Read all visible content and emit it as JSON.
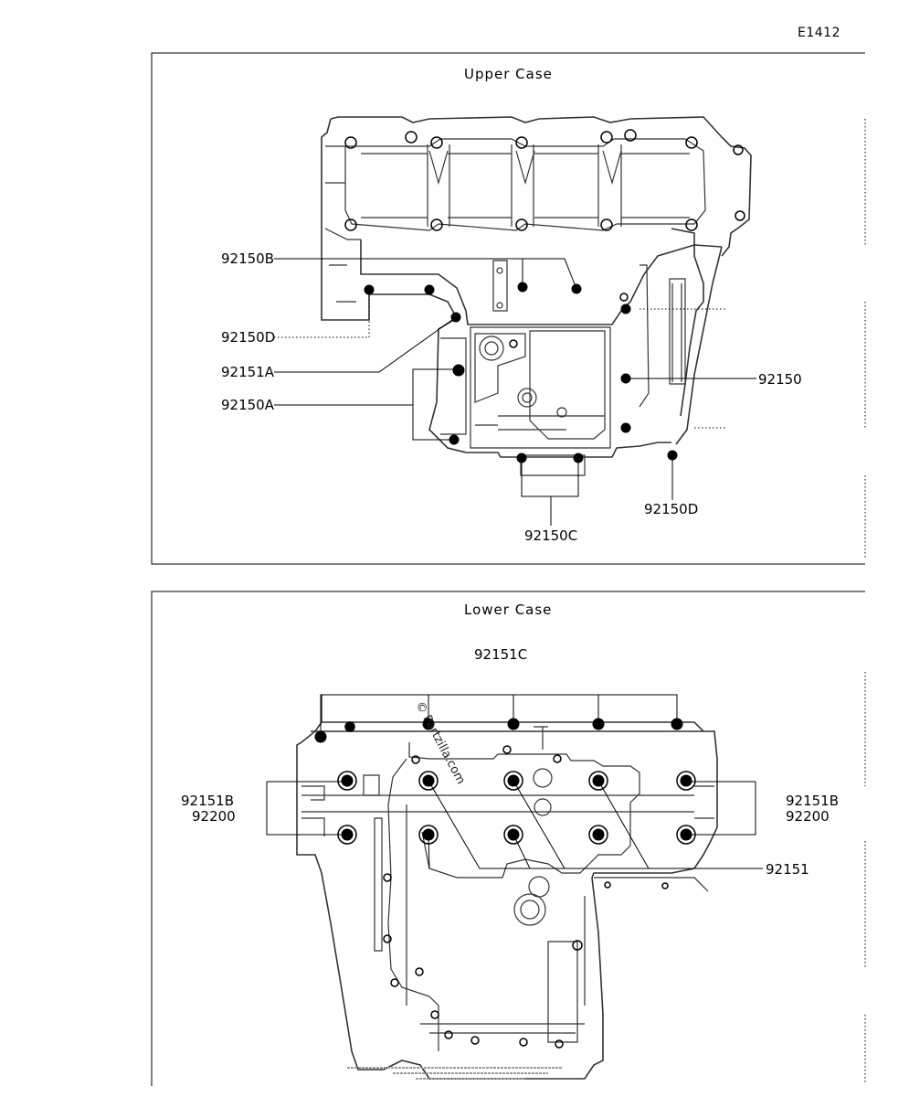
{
  "page_code": "E1412",
  "upper": {
    "title": "Upper Case",
    "labels": {
      "l_92150b": "92150B",
      "l_92150d_left": "92150D",
      "l_92151a": "92151A",
      "l_92150a": "92150A",
      "l_92150": "92150",
      "l_92150d_right": "92150D",
      "l_92150c": "92150C"
    }
  },
  "lower": {
    "title": "Lower Case",
    "labels": {
      "l_92151c": "92151C",
      "l_92151b_left": "92151B",
      "l_92200_left": "92200",
      "l_92151b_right": "92151B",
      "l_92200_right": "92200",
      "l_92151": "92151"
    }
  },
  "watermark": "© Partzilla.com"
}
